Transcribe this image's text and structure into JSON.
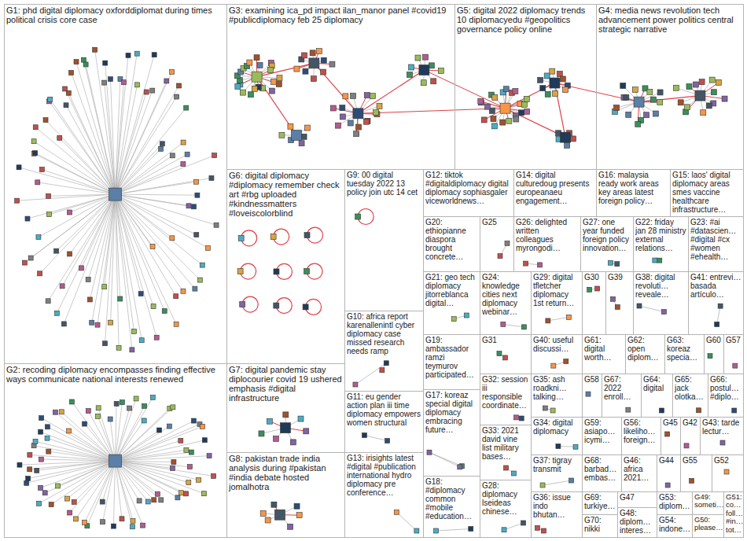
{
  "diagram": {
    "nodes": [
      {
        "text": [
          "G1: phd digital diplomacy oxforddiplomat during times political crisis core case"
        ]
      },
      {
        "text": [
          "G2: recoding diplomacy encompasses finding effective ways communicate national interests renewed"
        ]
      },
      {
        "text": [
          "G3: examining ica_pd impact ilan_manor panel #covid19 #publicdiplomacy feb 25 diplomacy"
        ]
      },
      {
        "text": [
          "G5: digital 2022 diplomacy trends 10 diplomacyedu #geopolitics governance policy online"
        ]
      },
      {
        "text": [
          "G4: media news revolution tech advancement power politics central strategic narrative"
        ]
      },
      {
        "text": [
          "G6: digital diplomacy #diplomacy remember check art #rbg uploaded #kindnessmatters #loveiscolorblind"
        ]
      },
      {
        "text": [
          "G7: digital pandemic stay diplocourier covid 19 ushered emphasis #digital infrastructure"
        ]
      },
      {
        "text": [
          "G8: pakistan trade india analysis during #pakistan #india debate hosted jomalhotra"
        ]
      },
      {
        "text": [
          "G9: 00 digital tuesday 2022 13 policy join utc 14 cet"
        ]
      },
      {
        "text": [
          "G10: africa report karenallenintl cyber diplomacy case missed research needs ramp"
        ]
      },
      {
        "text": [
          "G11: eu gender action plan iii time diplomacy empowers women structural"
        ]
      },
      {
        "text": [
          "G13: irisights latest #digital #publication international hydro diplomacy pre conference…"
        ]
      },
      {
        "text": [
          "G12: tiktok #digitaldiplomacy digital diplomacy sophiasgaler viceworldnews…"
        ]
      },
      {
        "text": [
          "G14: digital culturedoug presents europeanaeu engagement…"
        ]
      },
      {
        "text": [
          "G16: malaysia ready work areas key areas latest foreign policy…"
        ]
      },
      {
        "text": [
          "G15: laos' digital diplomacy areas smes vaccine healthcare infrastructure…"
        ]
      },
      {
        "text": [
          "G20: ethiopianne diaspora brought concrete…"
        ]
      },
      {
        "text": [
          "G25"
        ]
      },
      {
        "text": [
          "G26: delighted written colleagues myrongodi…"
        ]
      },
      {
        "text": [
          "G27: one year funded foreign policy innovation…"
        ]
      },
      {
        "text": [
          "G22: friday jan 28 ministry external relations…"
        ]
      },
      {
        "text": [
          "G23: #ai #datascien… #digital #cx #women #ehealth…"
        ]
      },
      {
        "text": [
          "G21: geo tech diplomacy jitorreblanca digital…"
        ]
      },
      {
        "text": [
          "G24: knowledge cities next diplomacy webinar…"
        ]
      },
      {
        "text": [
          "G29: digital tfletcher diplomacy 1st return…"
        ]
      },
      {
        "text": [
          "G30"
        ]
      },
      {
        "text": [
          "G39"
        ]
      },
      {
        "text": [
          "G38: digital revoluti… reveale…"
        ]
      },
      {
        "text": [
          "G41: entrevi… basada artículo…"
        ]
      },
      {
        "text": [
          "G19: ambassador ramzi teymurov participated…"
        ]
      },
      {
        "text": [
          "G31"
        ]
      },
      {
        "text": [
          "G40: useful discussi…"
        ]
      },
      {
        "text": [
          "G61: digital worth…"
        ]
      },
      {
        "text": [
          "G62: open diplom…"
        ]
      },
      {
        "text": [
          "G63: koreaz specia…"
        ]
      },
      {
        "text": [
          "G60"
        ]
      },
      {
        "text": [
          "G57"
        ]
      },
      {
        "text": [
          "G17: koreaz special digital diplomacy embracing future…"
        ]
      },
      {
        "text": [
          "G32: session iii responsible coordinate…"
        ]
      },
      {
        "text": [
          "G35: ash roadkni… talking…"
        ]
      },
      {
        "text": [
          "G58"
        ]
      },
      {
        "text": [
          "G67: 2022 enroll…"
        ]
      },
      {
        "text": [
          "G64: digital"
        ]
      },
      {
        "text": [
          "G65: jack olotka…"
        ]
      },
      {
        "text": [
          "G66: postul… #diplo…"
        ]
      },
      {
        "text": [
          "G34: digital diplomacy"
        ]
      },
      {
        "text": [
          "G59: asiapo… icymi…"
        ]
      },
      {
        "text": [
          "G56: likeliho… foreign…"
        ]
      },
      {
        "text": [
          "G45"
        ]
      },
      {
        "text": [
          "G42"
        ]
      },
      {
        "text": [
          "G43: tarde lectur…"
        ]
      },
      {
        "text": [
          "G33: 2021 david vine list military bases…"
        ]
      },
      {
        "text": [
          "G37: tigray transmit"
        ]
      },
      {
        "text": [
          "G68: barbad… embas…"
        ]
      },
      {
        "text": [
          "G46: africa 2021…"
        ]
      },
      {
        "text": [
          "G44"
        ]
      },
      {
        "text": [
          "G55"
        ]
      },
      {
        "text": [
          "G52"
        ]
      },
      {
        "text": [
          "G18: #diplomacy common #mobile #education…"
        ]
      },
      {
        "text": [
          "G28: diplomacy lseideas chinese…"
        ]
      },
      {
        "text": [
          "G36: issue indo bhutan…"
        ]
      },
      {
        "text": [
          "G69: turkiye…"
        ]
      },
      {
        "text": [
          "G70: nikki"
        ]
      },
      {
        "text": [
          "G47"
        ]
      },
      {
        "text": [
          "G48: diplom… interes…"
        ]
      },
      {
        "text": [
          "G53: diplom…"
        ]
      },
      {
        "text": [
          "G54: indone…"
        ]
      },
      {
        "text": [
          "G49: someti…"
        ]
      },
      {
        "text": [
          "G50: please…"
        ]
      },
      {
        "text": [
          "G51: co… foll… #in… tot…"
        ]
      }
    ]
  }
}
